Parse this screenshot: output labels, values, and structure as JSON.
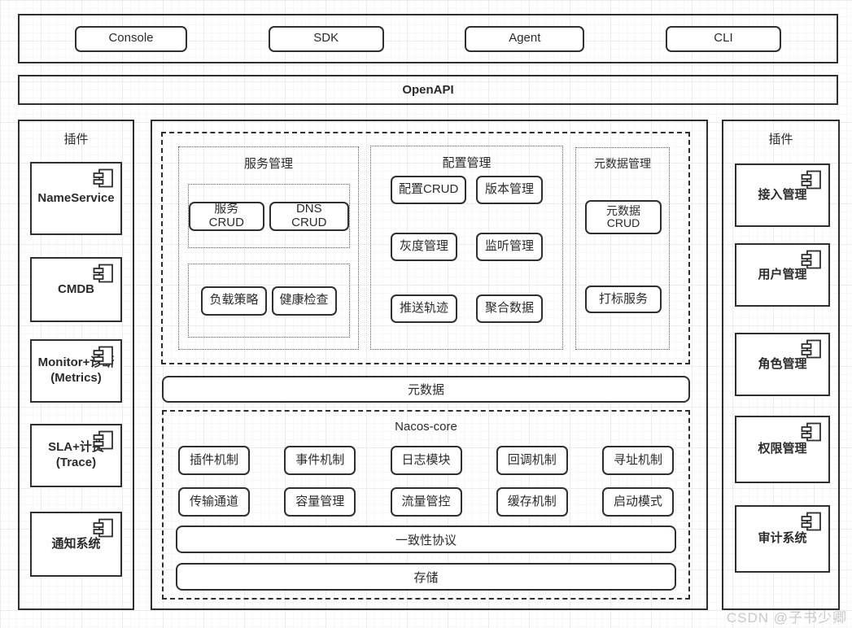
{
  "clients_bar": {
    "items": [
      {
        "label": "Console"
      },
      {
        "label": "SDK"
      },
      {
        "label": "Agent"
      },
      {
        "label": "CLI"
      }
    ]
  },
  "openapi_bar": {
    "label": "OpenAPI"
  },
  "left_panel": {
    "title": "插件",
    "items": [
      {
        "line1": "NameService",
        "line2": ""
      },
      {
        "line1": "CMDB",
        "line2": ""
      },
      {
        "line1": "Monitor+诊断",
        "line2": "(Metrics)"
      },
      {
        "line1": "SLA+计费",
        "line2": "(Trace)"
      },
      {
        "line1": "通知系统",
        "line2": ""
      }
    ]
  },
  "right_panel": {
    "title": "插件",
    "items": [
      {
        "label": "接入管理"
      },
      {
        "label": "用户管理"
      },
      {
        "label": "角色管理"
      },
      {
        "label": "权限管理"
      },
      {
        "label": "审计系统"
      }
    ]
  },
  "functional_layer": {
    "service_mgmt": {
      "title": "服务管理",
      "group1": [
        "服务CRUD",
        "DNS CRUD"
      ],
      "group2": [
        "负载策略",
        "健康检查"
      ]
    },
    "config_mgmt": {
      "title": "配置管理",
      "items": [
        "配置CRUD",
        "版本管理",
        "灰度管理",
        "监听管理",
        "推送轨迹",
        "聚合数据"
      ]
    },
    "metadata_mgmt": {
      "title": "元数据管理",
      "crud_line1": "元数据",
      "crud_line2": "CRUD",
      "tag_service": "打标服务"
    }
  },
  "metadata_bar": {
    "label": "元数据"
  },
  "nacos_core": {
    "title": "Nacos-core",
    "row1": [
      "插件机制",
      "事件机制",
      "日志模块",
      "回调机制",
      "寻址机制"
    ],
    "row2": [
      "传输通道",
      "容量管理",
      "流量管控",
      "缓存机制",
      "启动模式"
    ],
    "consistency_bar": "一致性协议",
    "storage_bar": "存储"
  },
  "watermark": {
    "text": "CSDN @子书少卿",
    "accent_color": "#c9c9c9"
  },
  "colors": {
    "stroke": "#2f2f2f",
    "background": "#ffffff",
    "grid_major": "#ececec",
    "grid_minor": "#f7f7f7"
  }
}
